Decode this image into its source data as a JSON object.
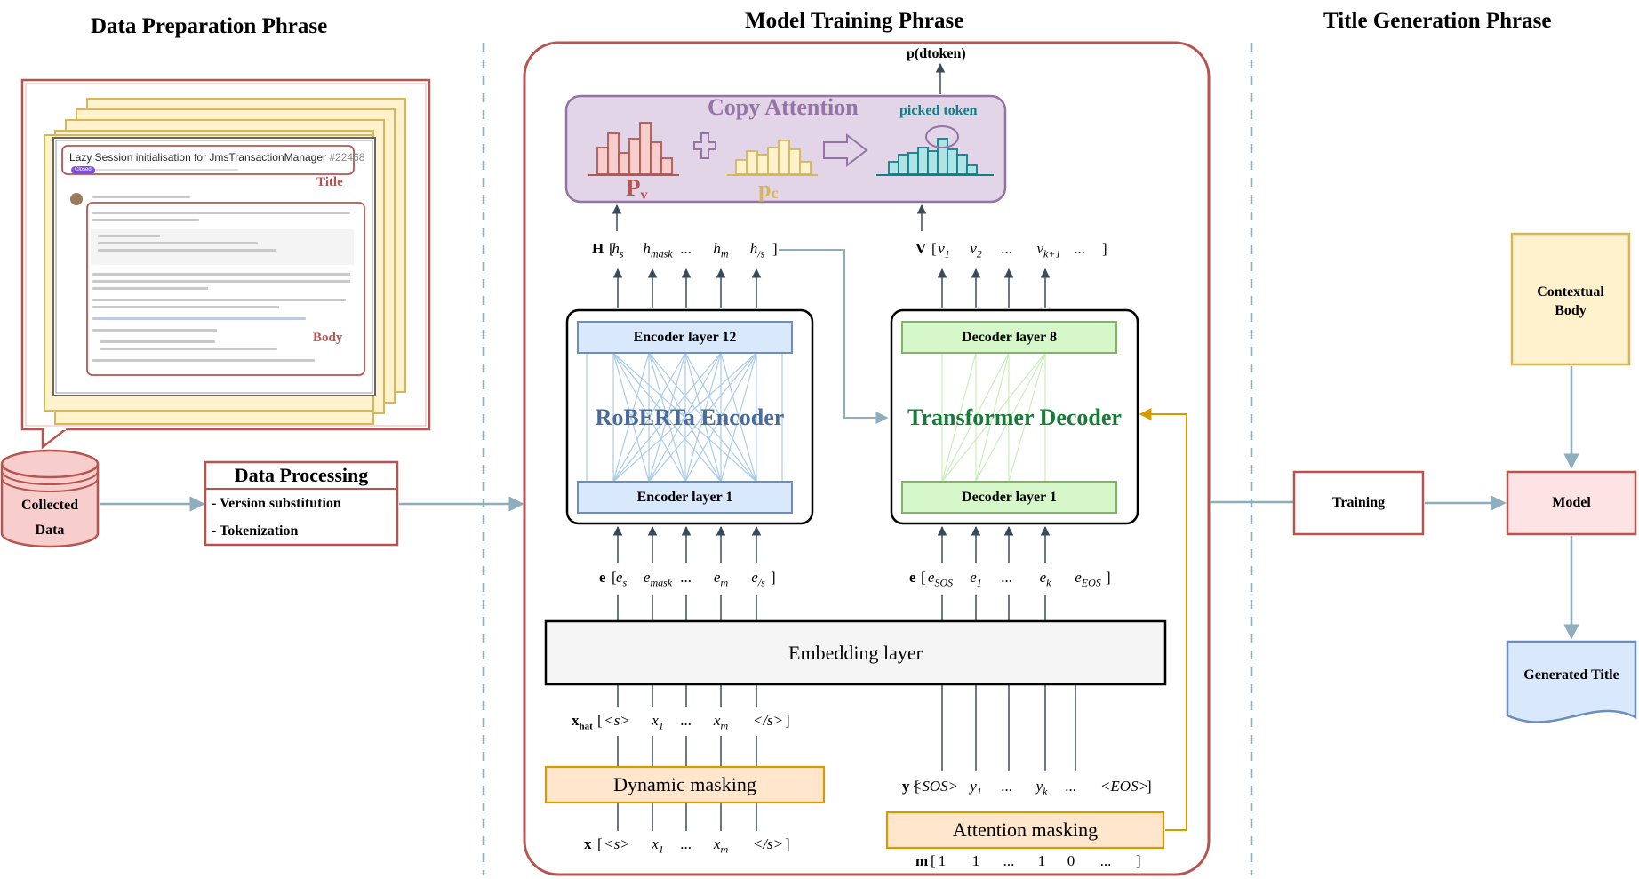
{
  "sections": {
    "data_prep": "Data Preparation Phrase",
    "model_training": "Model Training Phrase",
    "title_generation": "Title Generation Phrase"
  },
  "issue": {
    "title": "Lazy Session initialisation for JmsTransactionManager",
    "number": "#22468",
    "status": "Closed",
    "title_tag": "Title",
    "body_tag": "Body"
  },
  "collected_data": {
    "line1": "Collected",
    "line2": "Data"
  },
  "data_processing": {
    "title": "Data Processing",
    "item1": "- Version substitution",
    "item2": "- Tokenization"
  },
  "copy_attention": {
    "title": "Copy Attention",
    "picked_token": "picked token",
    "py_main": "P",
    "py_sub": "v",
    "pc_main": "p",
    "pc_sub": "c",
    "output": "p(dtoken)"
  },
  "encoder": {
    "top_layer": "Encoder layer 12",
    "bottom_layer": "Encoder layer 1",
    "name": "RoBERTa Encoder"
  },
  "decoder": {
    "top_layer": "Decoder layer 8",
    "bottom_layer": "Decoder layer 1",
    "name": "Transformer Decoder"
  },
  "embedding_layer": "Embedding layer",
  "dynamic_masking": "Dynamic masking",
  "attention_masking": "Attention masking",
  "rows": {
    "H": {
      "prefix": "H",
      "bracket": "[",
      "close": "]",
      "tokens": [
        "h",
        "h",
        "...",
        "h",
        "h"
      ],
      "subs": [
        "s",
        "mask",
        "",
        "m",
        "/s"
      ]
    },
    "V": {
      "prefix": "V",
      "bracket": "[",
      "close": "]",
      "tokens": [
        "v",
        "v",
        "...",
        "v",
        "..."
      ],
      "subs": [
        "1",
        "2",
        "",
        "k+1",
        ""
      ]
    },
    "e_enc": {
      "prefix": "e",
      "bracket": "[",
      "close": "]",
      "tokens": [
        "e",
        "e",
        "...",
        "e",
        "e"
      ],
      "subs": [
        "s",
        "mask",
        "",
        "m",
        "/s"
      ]
    },
    "e_dec": {
      "prefix": "e",
      "bracket": "[",
      "close": "]",
      "tokens": [
        "e",
        "e",
        "...",
        "e",
        "e"
      ],
      "subs": [
        "SOS",
        "1",
        "",
        "k",
        "EOS"
      ]
    },
    "xhat": {
      "prefix": "x",
      "prefix_sub": "hat",
      "bracket": "[",
      "close": "]",
      "tokens": [
        "<s>",
        "x",
        "...",
        "x",
        "</s>"
      ],
      "subs": [
        "",
        "1",
        "",
        "m",
        ""
      ]
    },
    "x": {
      "prefix": "x",
      "bracket": "[",
      "close": "]",
      "tokens": [
        "<s>",
        "x",
        "...",
        "x",
        "</s>"
      ],
      "subs": [
        "",
        "1",
        "",
        "m",
        ""
      ]
    },
    "y": {
      "prefix": "y",
      "bracket": "[",
      "close": "]",
      "tokens": [
        "<SOS>",
        "y",
        "...",
        "y",
        "...",
        "<EOS>"
      ],
      "subs": [
        "",
        "1",
        "",
        "k",
        "",
        ""
      ]
    },
    "m": {
      "prefix": "m",
      "bracket": "[",
      "close": "]",
      "tokens": [
        "1",
        "1",
        "...",
        "1",
        "0",
        "..."
      ],
      "subs": [
        "",
        "",
        "",
        "",
        "",
        ""
      ]
    }
  },
  "generation": {
    "contextual_body_l1": "Contextual",
    "contextual_body_l2": "Body",
    "training": "Training",
    "model": "Model",
    "generated_title": "Generated Title"
  },
  "colors": {
    "red": "#b85450",
    "blue": "#6c8ebf",
    "green": "#82b366",
    "purple": "#9673a6",
    "orange": "#d79b00",
    "teal": "#0e8088",
    "arrow": "#8eaebd"
  }
}
